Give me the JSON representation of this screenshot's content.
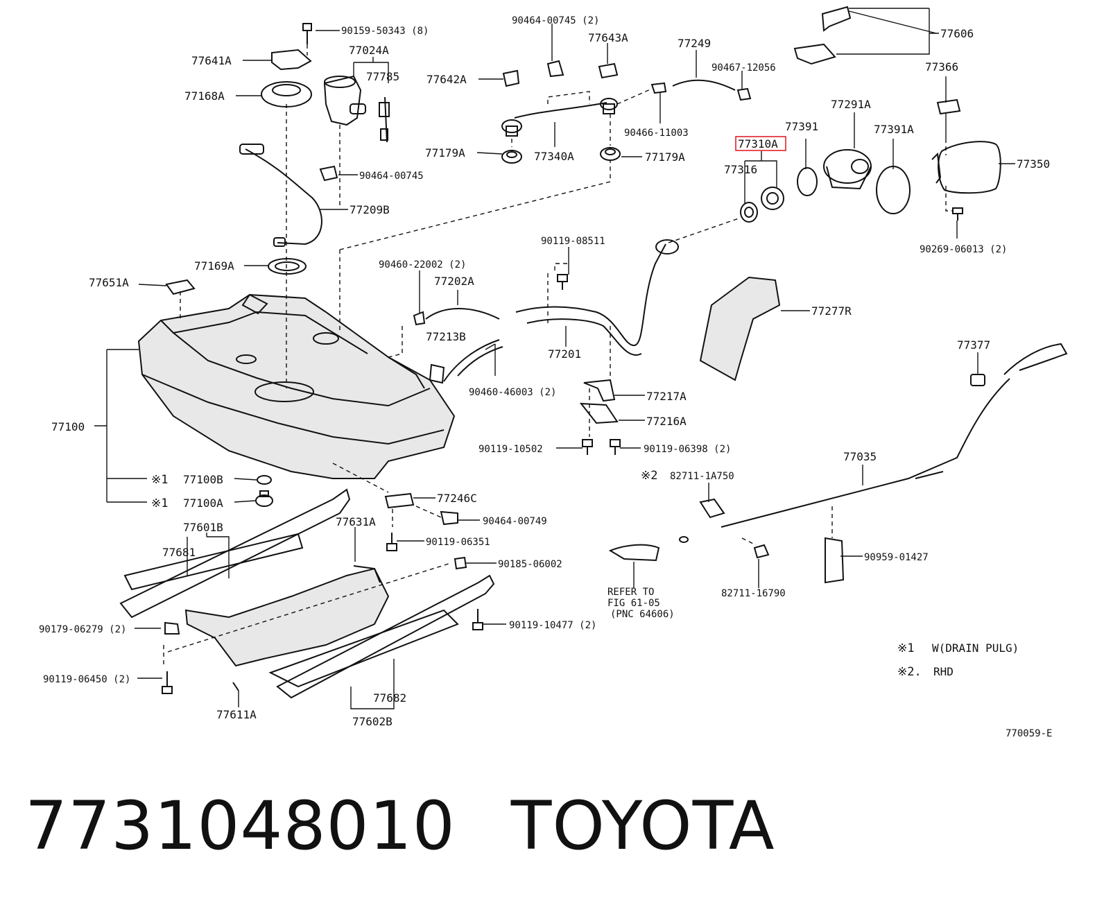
{
  "labels": {
    "p77641A": "77641A",
    "p77168A": "77168A",
    "p90159": "90159-50343 (8)",
    "p77024A": "77024A",
    "p77785": "77785",
    "p90464_00745_2": "90464-00745 (2)",
    "p77643A": "77643A",
    "p77642A": "77642A",
    "p77249": "77249",
    "p90467": "90467-12056",
    "p77606": "77606",
    "p77366": "77366",
    "p90466": "90466-11003",
    "p77179A_l": "77179A",
    "p77340A": "77340A",
    "p77179A_r": "77179A",
    "p77391": "77391",
    "p77291A": "77291A",
    "p77391A": "77391A",
    "p77310A": "77310A",
    "p77316": "77316",
    "p77350": "77350",
    "p90464_00745": "90464-00745",
    "p77209B": "77209B",
    "p90269": "90269-06013 (2)",
    "p77169A": "77169A",
    "p90119_08511": "90119-08511",
    "p90460_22002": "90460-22002 (2)",
    "p77651A": "77651A",
    "p77202A": "77202A",
    "p77277R": "77277R",
    "p77213B": "77213B",
    "p77201": "77201",
    "p77377": "77377",
    "p77100": "77100",
    "p90460_46003": "90460-46003 (2)",
    "p77217A": "77217A",
    "p77216A": "77216A",
    "p90119_10502": "90119-10502",
    "p90119_06398": "90119-06398 (2)",
    "p77035": "77035",
    "star2_a": "※2",
    "p82711_1A750": "82711-1A750",
    "star1_a": "※1",
    "p77100B": "77100B",
    "star1_b": "※1",
    "p77100A": "77100A",
    "p77246C": "77246C",
    "p77601B": "77601B",
    "p77631A": "77631A",
    "p90464_00749": "90464-00749",
    "p90119_06351": "90119-06351",
    "p77681": "77681",
    "p90185": "90185-06002",
    "p90959": "90959-01427",
    "refer1": "REFER TO",
    "refer2": "FIG 61-05",
    "refer3": "(PNC 64606)",
    "p82711_16790": "82711-16790",
    "p90179": "90179-06279 (2)",
    "p90119_10477": "90119-10477 (2)",
    "p90119_06450": "90119-06450 (2)",
    "p77682": "77682",
    "p77611A": "77611A",
    "p77602B": "77602B",
    "fig_code": "770059-E"
  },
  "notes": {
    "note1_mark": "※1",
    "note1_text": "W(DRAIN PULG)",
    "note2_mark": "※2.",
    "note2_text": "RHD"
  },
  "highlighted_part": "77310A",
  "caption": {
    "part_number": "7731048010",
    "brand": "TOYOTA"
  }
}
